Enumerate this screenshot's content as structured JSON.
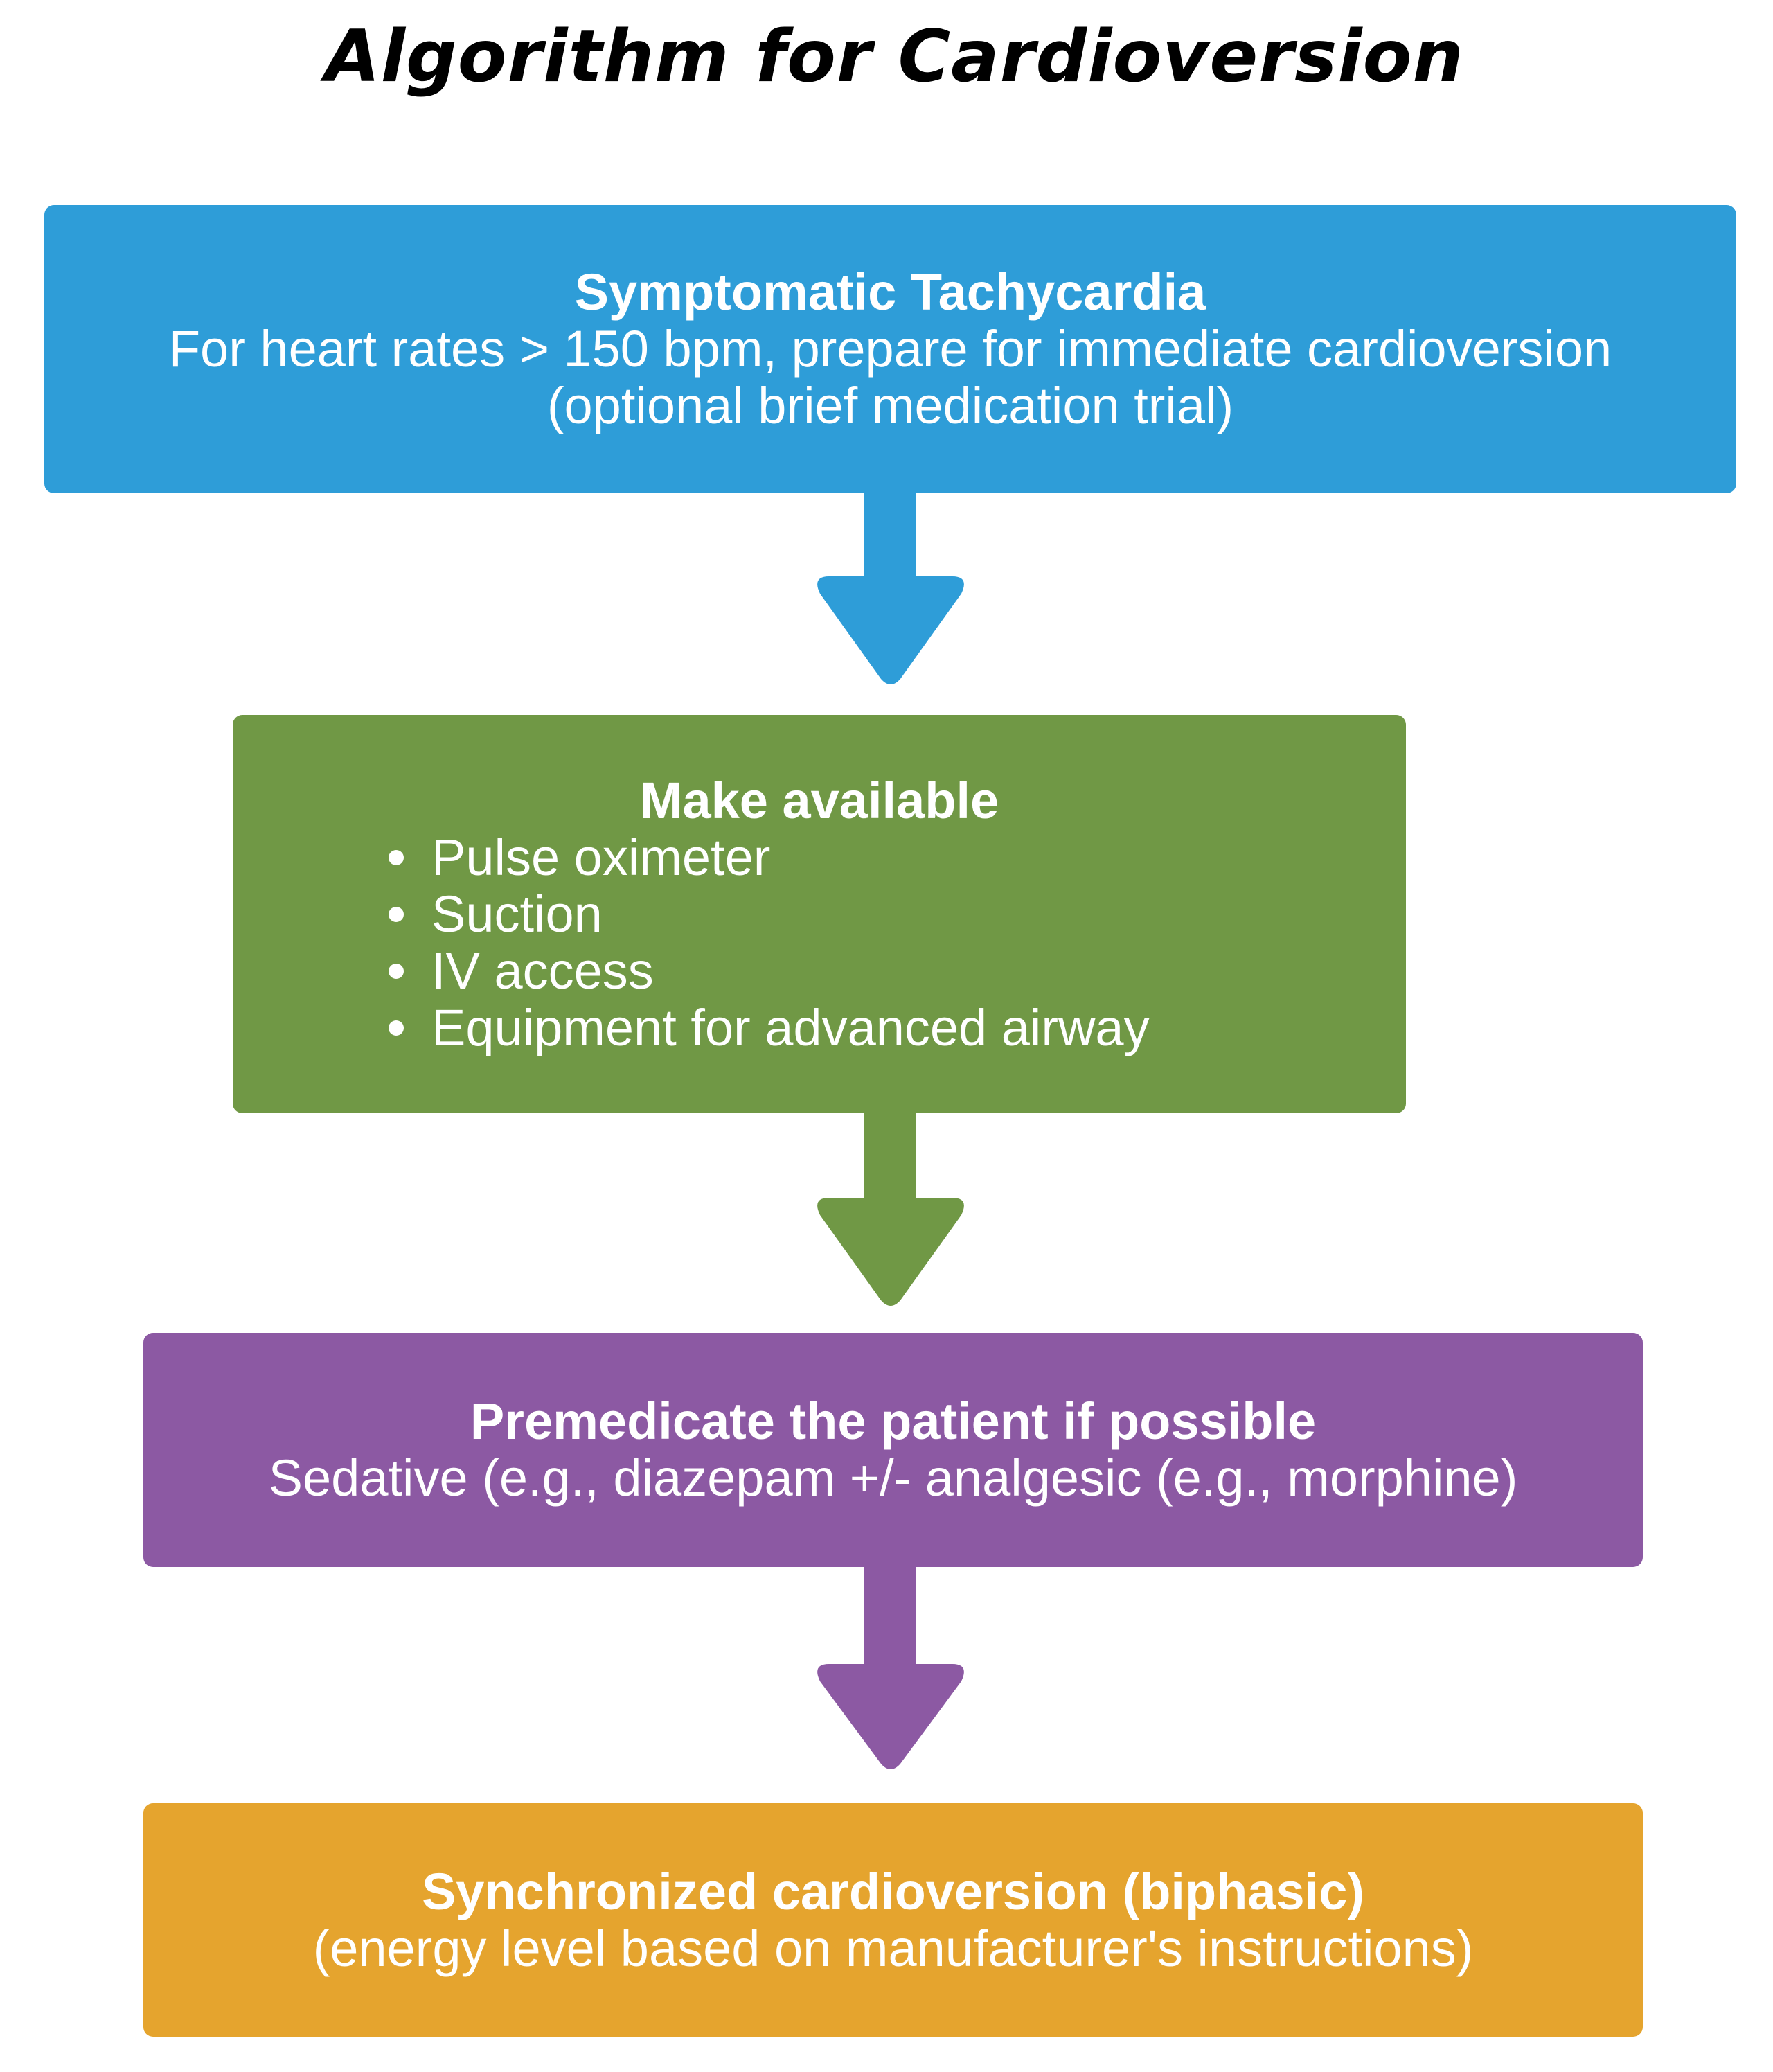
{
  "title": "Algorithm for Cardioversion",
  "colors": {
    "step1": "#2E9DD8",
    "step2": "#709845",
    "step3": "#8C59A3",
    "step4": "#E5A42E"
  },
  "steps": [
    {
      "heading": "Symptomatic Tachycardia",
      "lines": [
        "For heart rates > 150 bpm, prepare for immediate cardioversion",
        "(optional brief medication trial)"
      ]
    },
    {
      "heading": "Make available",
      "bullets": [
        "Pulse oximeter",
        "Suction",
        "IV access",
        "Equipment for advanced airway"
      ]
    },
    {
      "heading": "Premedicate the patient if possible",
      "lines": [
        "Sedative (e.g., diazepam +/- analgesic (e.g., morphine)"
      ]
    },
    {
      "heading": "Synchronized cardioversion (biphasic)",
      "lines": [
        "(energy level based on manufacturer's instructions)"
      ]
    }
  ]
}
